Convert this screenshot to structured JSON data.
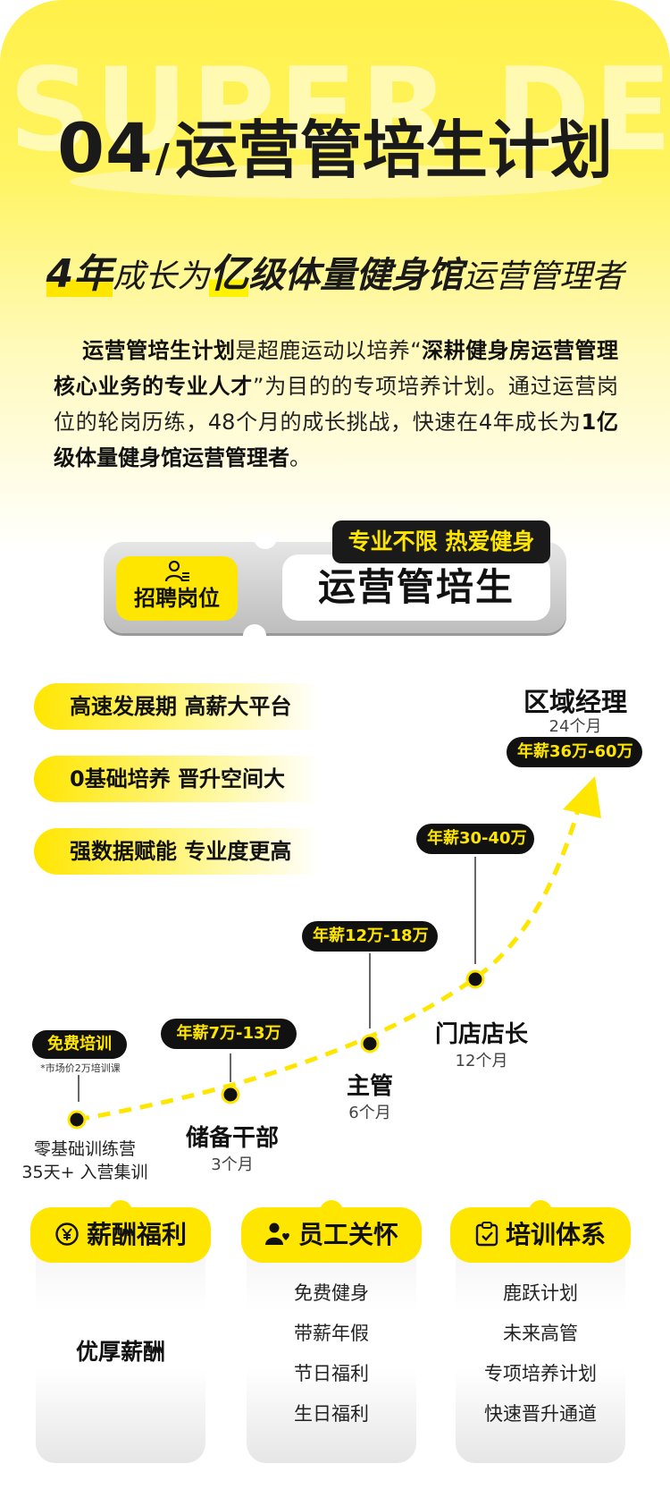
{
  "watermark": "SUPER DEEP",
  "title": {
    "number": "04",
    "slash": "/",
    "text": "运营管培生计划"
  },
  "subtitle": {
    "part1": "4年",
    "part2": "成长为",
    "part3": "亿",
    "part4": "级体量健身馆",
    "part5": "运营管理者"
  },
  "intro": {
    "b1": "运营管培生计划",
    "t1": "是超鹿运动以培养“",
    "b2": "深耕健身房运营管理核心业务的专业人才",
    "t2": "”为目的的专项培养计划。通过运营岗位的轮岗历练，48个月的成长挑战，快速在4年成长为",
    "b3": "1亿级体量健身馆运营管理者",
    "t3": "。"
  },
  "position": {
    "tag": "专业不限  热爱健身",
    "label": "招聘岗位",
    "name": "运营管培生",
    "icon": "user-list-icon"
  },
  "features": [
    "高速发展期 高薪大平台",
    "0基础培养 晋升空间大",
    "强数据赋能 专业度更高"
  ],
  "career": {
    "free_badge": "免费培训",
    "free_note": "*市场价2万培训课",
    "start_line1": "零基础训练营",
    "start_line2": "35天+ 入营集训",
    "stages": [
      {
        "title": "储备干部",
        "duration": "3个月",
        "salary": "年薪7万-13万"
      },
      {
        "title": "主管",
        "duration": "6个月",
        "salary": "年薪12万-18万"
      },
      {
        "title": "门店店长",
        "duration": "12个月",
        "salary": "年薪30-40万"
      },
      {
        "title": "区域经理",
        "duration": "24个月",
        "salary": "年薪36万-60万"
      }
    ]
  },
  "cards": [
    {
      "title": "薪酬福利",
      "icon": "yen-coin-icon",
      "items": [
        "优厚薪酬"
      ]
    },
    {
      "title": "员工关怀",
      "icon": "person-heart-icon",
      "items": [
        "免费健身",
        "带薪年假",
        "节日福利",
        "生日福利"
      ]
    },
    {
      "title": "培训体系",
      "icon": "clipboard-check-icon",
      "items": [
        "鹿跃计划",
        "未来高管",
        "专项培养计划",
        "快速晋升通道"
      ]
    }
  ],
  "colors": {
    "accent": "#ffe600",
    "dark": "#111111"
  }
}
